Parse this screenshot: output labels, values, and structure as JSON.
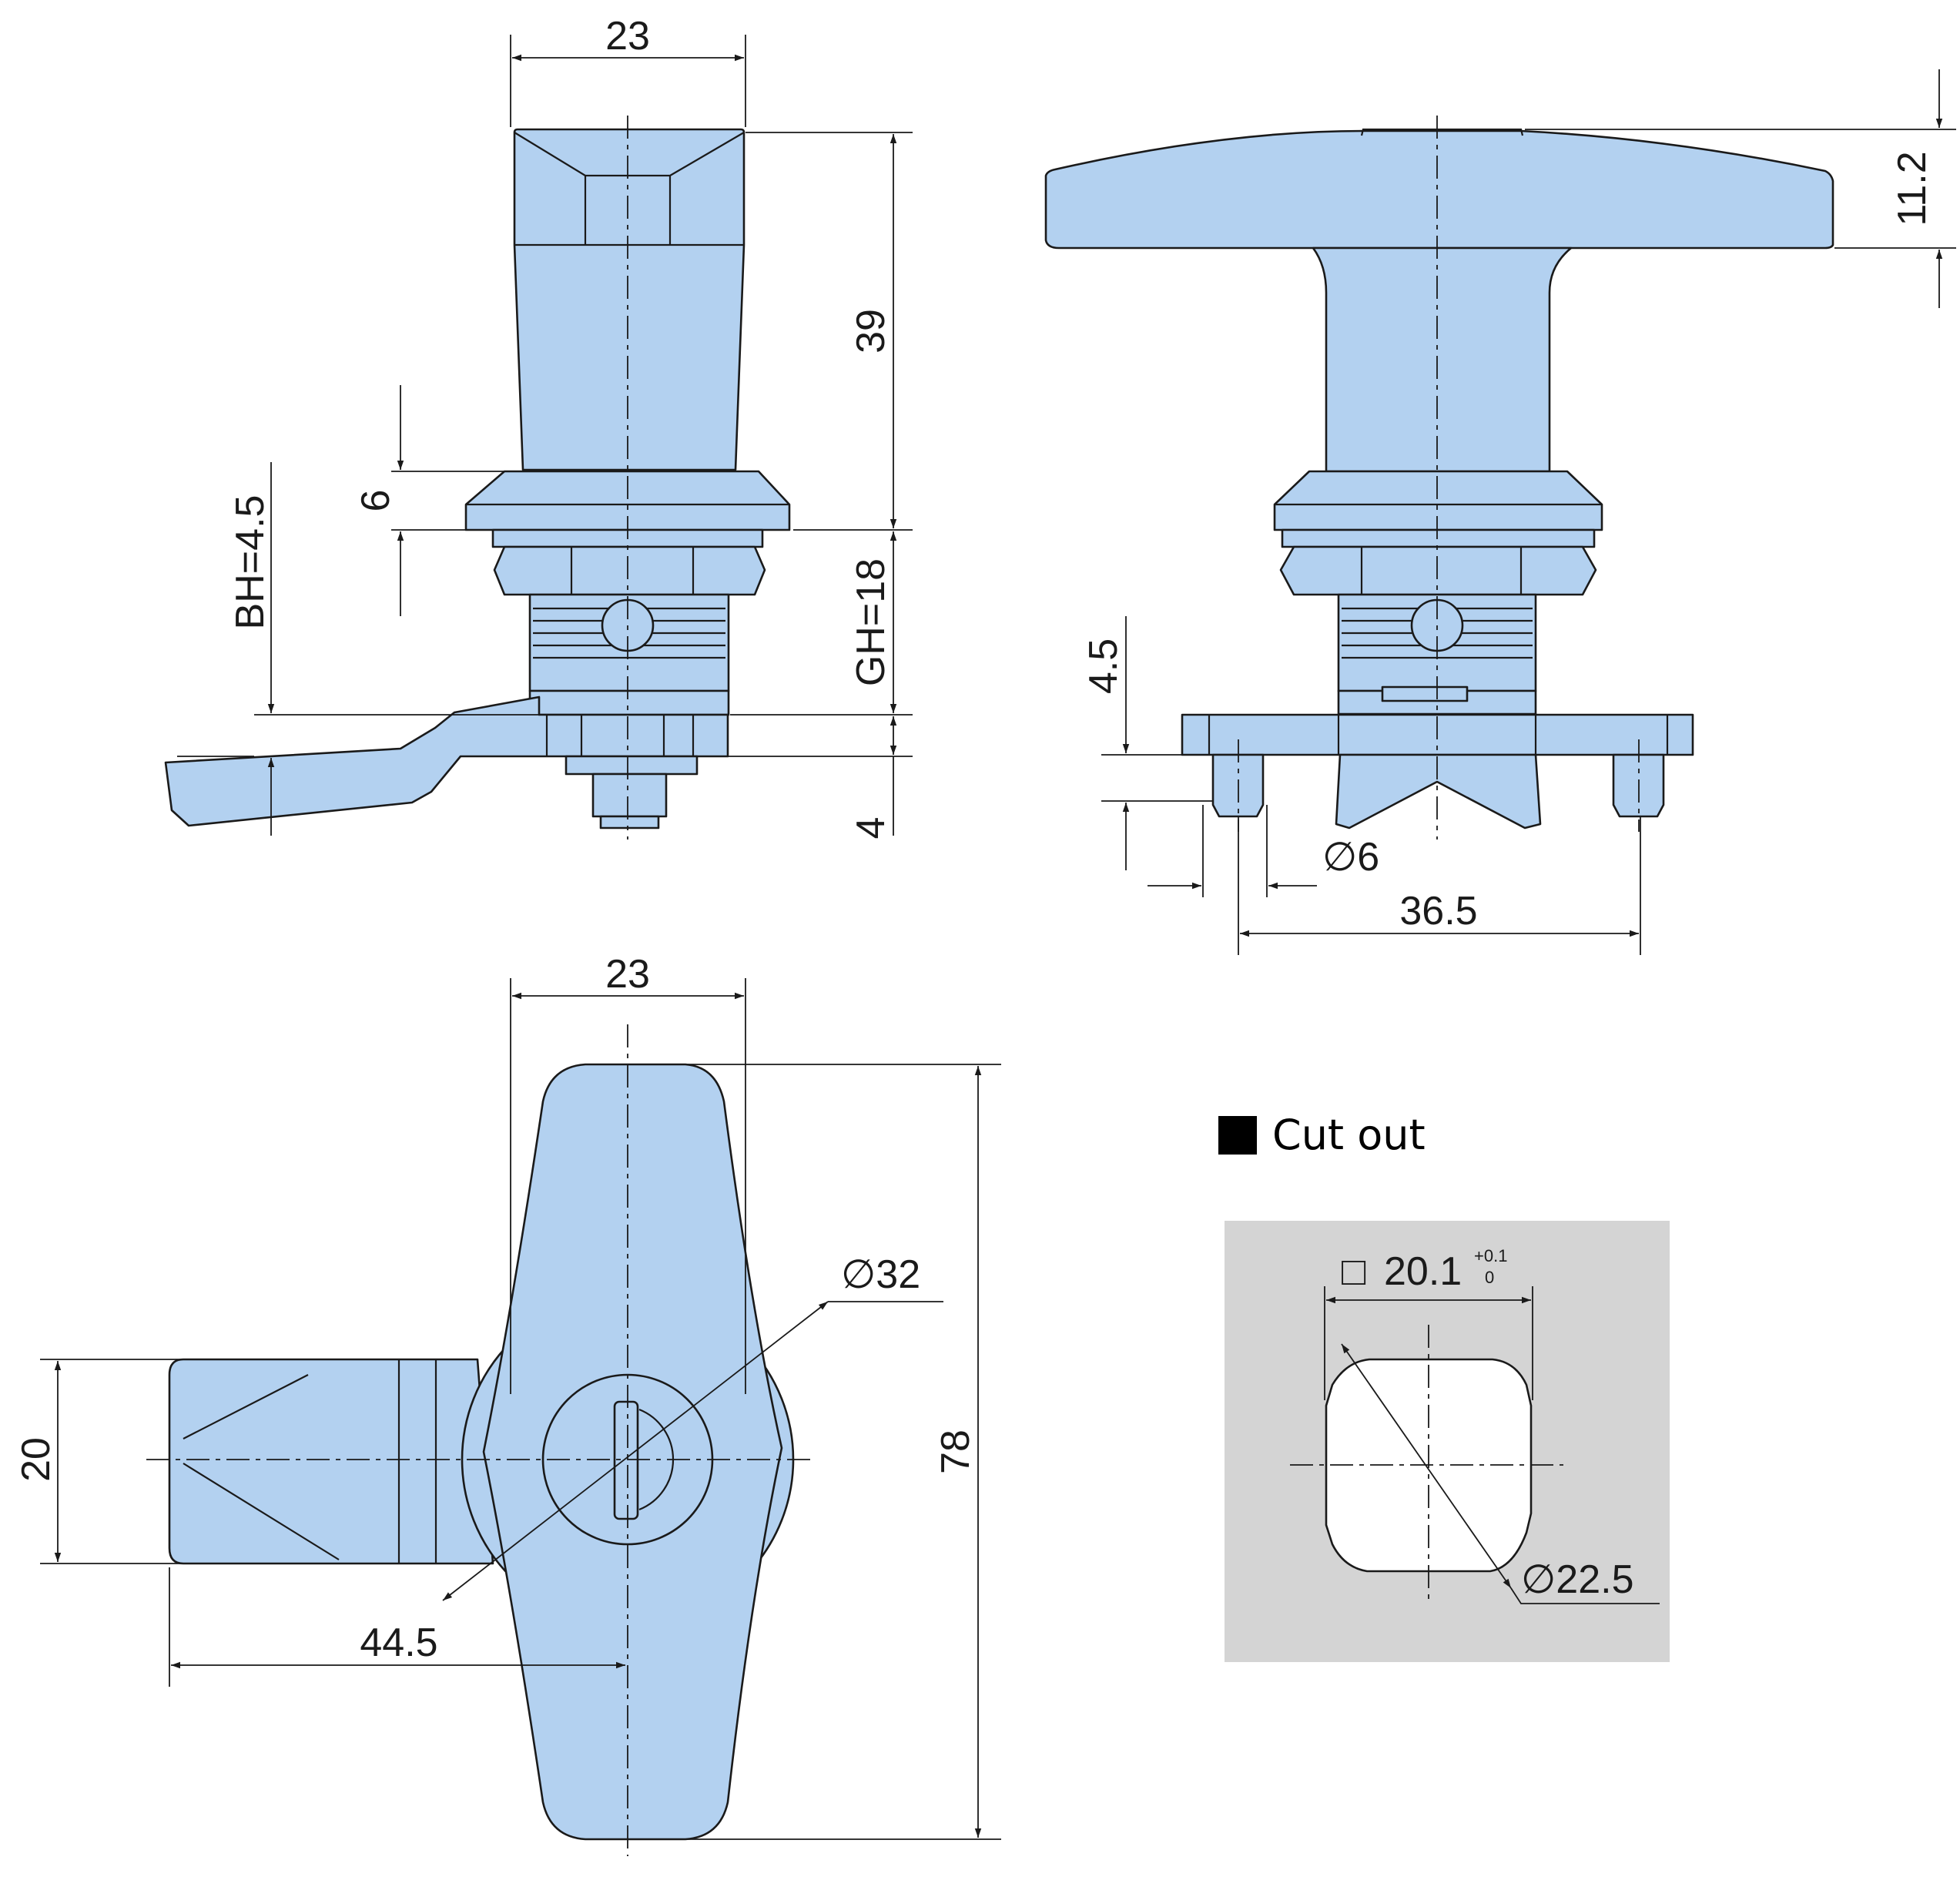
{
  "views": {
    "side": {
      "dim_top_width": "23",
      "dim_height": "39",
      "dim_flange": "6",
      "dim_bh": "BH=4.5",
      "dim_gh": "GH=18",
      "dim_bottom": "4"
    },
    "front": {
      "dim_head": "11.2",
      "dim_cam": "4.5",
      "dim_pin_dia": "∅6",
      "dim_pin_spacing": "36.5"
    },
    "top": {
      "dim_width": "23",
      "dim_length": "78",
      "dim_dia": "∅32",
      "dim_cam_width": "20",
      "dim_cam_reach": "44.5"
    },
    "cutout": {
      "legend_label": "Cut out",
      "square_prefix": "□",
      "square_value": "20.1",
      "tol_upper": "+0.1",
      "tol_lower": "0",
      "dia": "∅22.5"
    }
  },
  "colors": {
    "part_fill": "#b3d1f0",
    "line": "#1a1a1a",
    "cutout_panel": "#d4d4d4",
    "legend_square": "#000000"
  }
}
